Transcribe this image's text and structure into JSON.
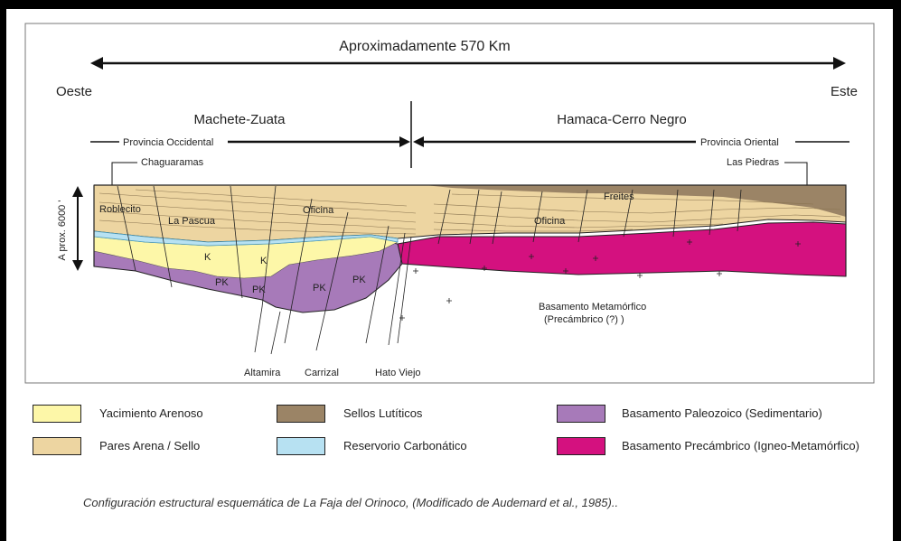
{
  "diagram": {
    "distance_label": "Aproximadamente  570 Km",
    "west_label": "Oeste",
    "east_label": "Este",
    "region_west": "Machete-Zuata",
    "region_east": "Hamaca-Cerro Negro",
    "province_west": "Provincia Occidental",
    "province_east": "Provincia Oriental",
    "place_west": "Chaguaramas",
    "place_east": "Las Piedras",
    "depth_label": "A prox. 6000 '",
    "unit_labels": {
      "roblecito": "Roblecito",
      "la_pascua": "La Pascua",
      "oficina_west": "Oficina",
      "oficina_east": "Oficina",
      "freites": "Freites",
      "k1": "K",
      "k2": "K",
      "pk1": "PK",
      "pk2": "PK",
      "pk3": "PK",
      "pk4": "PK"
    },
    "basement_label_1": "Basamento Metamórfico",
    "basement_label_2": "(Precámbrico (?) )",
    "wells": [
      "Altamira",
      "Carrizal",
      "Hato Viejo"
    ]
  },
  "legend": {
    "items": [
      {
        "label": "Yacimiento Arenoso",
        "color": "#fdf7a8"
      },
      {
        "label": "Pares Arena / Sello",
        "color": "#edd5a1"
      },
      {
        "label": "Sellos Lutíticos",
        "color": "#9b8466"
      },
      {
        "label": "Reservorio Carbonático",
        "color": "#b7e1f2"
      },
      {
        "label": "Basamento Paleozoico (Sedimentario)",
        "color": "#a77ab9"
      },
      {
        "label": "Basamento Precámbrico (Igneo-Metamórfico)",
        "color": "#d4117f"
      }
    ]
  },
  "caption": "Configuración estructural esquemática de La Faja del Orinoco, (Modificado de  Audemard et al., 1985).."
}
